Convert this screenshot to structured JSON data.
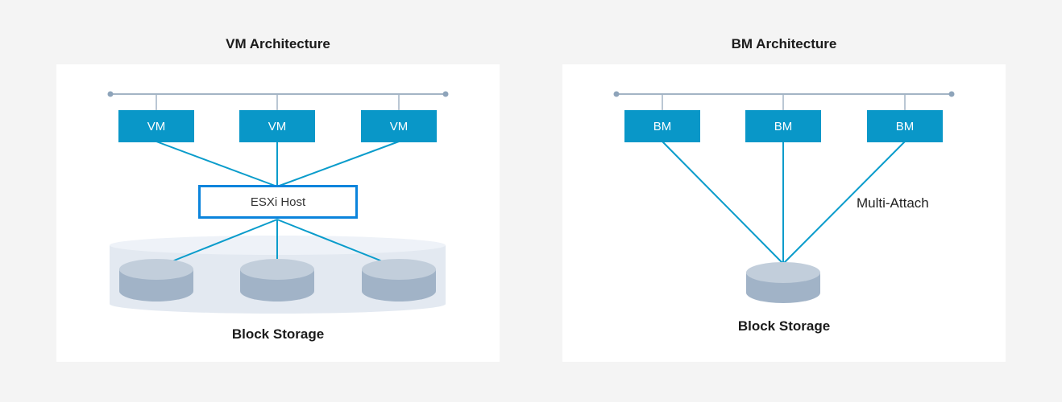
{
  "colors": {
    "background": "#f4f4f4",
    "panel": "#ffffff",
    "node_fill": "#0997c8",
    "node_text": "#ffffff",
    "connector_line": "#0a9ccb",
    "host_border": "#0b84dc",
    "bus_line": "#a3b4c5",
    "bus_dot": "#8ea4ba",
    "cylinder_top": "#c2cedb",
    "cylinder_body": "#a1b3c7",
    "tub_top": "#eef2f8",
    "tub_body": "#e3e9f1",
    "text": "#1b1b1b"
  },
  "vm_panel": {
    "title": "VM Architecture",
    "nodes": [
      "VM",
      "VM",
      "VM"
    ],
    "host_label": "ESXi Host",
    "storage_label": "Block Storage"
  },
  "bm_panel": {
    "title": "BM Architecture",
    "nodes": [
      "BM",
      "BM",
      "BM"
    ],
    "annotation": "Multi-Attach",
    "storage_label": "Block Storage"
  }
}
